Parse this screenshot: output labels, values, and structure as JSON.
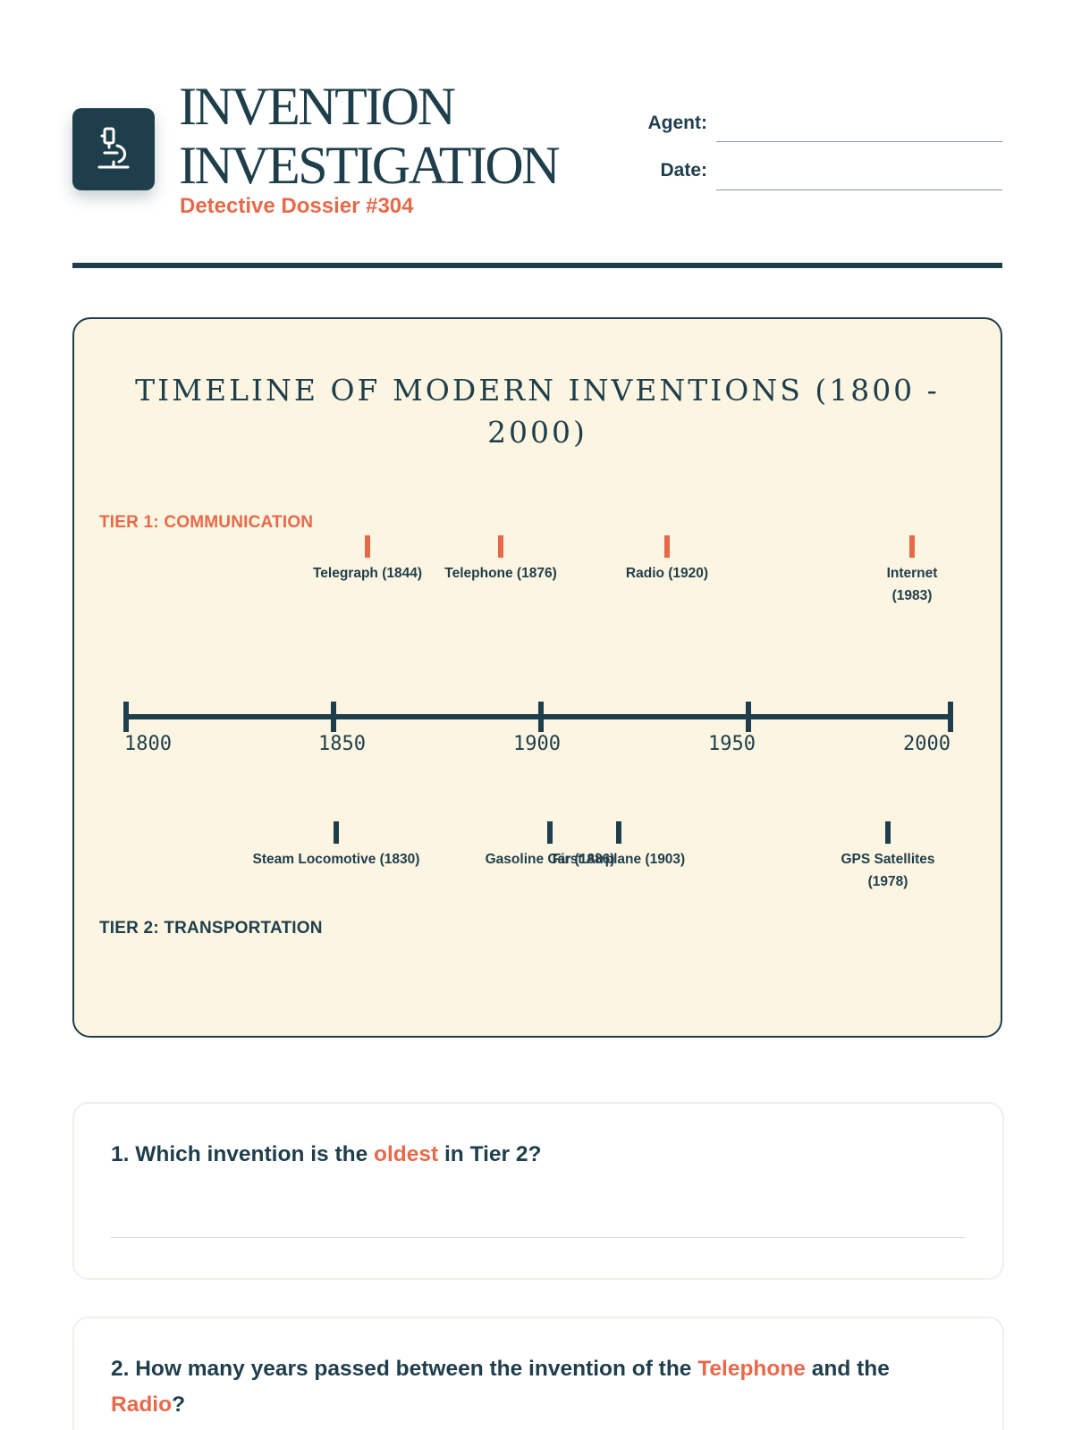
{
  "header": {
    "title_line1": "INVENTION",
    "title_line2": "INVESTIGATION",
    "subtitle": "Detective Dossier #304",
    "agent_label": "Agent:",
    "date_label": "Date:",
    "logo_icon": "microscope-icon"
  },
  "timeline": {
    "title_line1": "TIMELINE OF MODERN INVENTIONS (1800 -",
    "title_line2": "2000)",
    "tier1_label": "TIER 1: COMMUNICATION",
    "tier2_label": "TIER 2: TRANSPORTATION",
    "axis_years": [
      "1800",
      "1850",
      "1900",
      "1950",
      "2000"
    ],
    "tier1_events": [
      {
        "label": "Telegraph (1844)"
      },
      {
        "label": "Telephone (1876)"
      },
      {
        "label": "Radio (1920)"
      },
      {
        "label": "Internet (1983)"
      }
    ],
    "tier2_events": [
      {
        "label": "Steam Locomotive (1830)"
      },
      {
        "label": "Gasoline Car (1886)"
      },
      {
        "label": "First Airplane (1903)"
      },
      {
        "label": "GPS Satellites (1978)"
      }
    ],
    "colors": {
      "accent": "#e8694a",
      "dark": "#1f3e4b",
      "card_bg": "#fcf5e2"
    }
  },
  "questions": [
    {
      "prefix": "1. Which invention is the ",
      "highlight": "oldest",
      "suffix": " in Tier 2?"
    },
    {
      "prefix": "2. How many years passed between the invention of the ",
      "highlight": "Telephone",
      "middle": " and the ",
      "highlight2": "Radio",
      "suffix": "?"
    }
  ]
}
